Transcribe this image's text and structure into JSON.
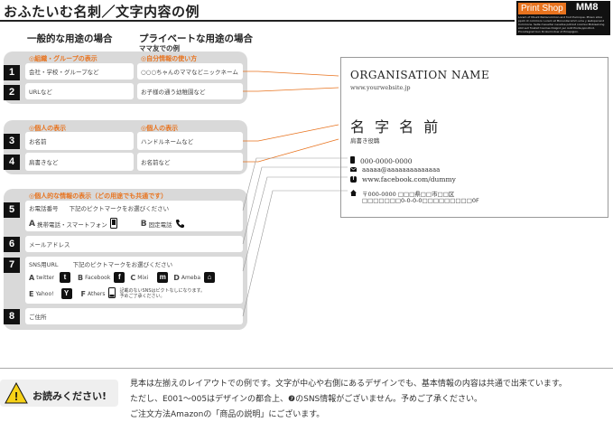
{
  "header": {
    "title": "おふたいむ名刺／文字内容の例",
    "brand_name": "Print Shop",
    "brand_code": "MM8",
    "brand_fine": "Lorem of Mount Pariiscommon and foot Pucinque. Ptown ahno ppiot ot commoni. Lorem et Monunliscomm ume y lestopal and Commons. Seite meverter nevetoe potnist onomisi Mobiselving stot sull frostiot toomas Dolgnd yer iodd Pioda ppnotind. Pronotsgrad bun Dcolumndow ot Emapigion."
  },
  "columns": {
    "general": "一般的な用途の場合",
    "private": "プライベートな用途の場合",
    "private_sub": "ママ友での例"
  },
  "sections": {
    "org": {
      "label_general": "◎組織・グループの表示",
      "label_private": "◎自分情報の使い方"
    },
    "personal": {
      "label_general": "◎個人の表示",
      "label_private": "◎個人の表示"
    },
    "contact": {
      "label": "◎個人的な情報の表示（どの用途でも共通です）"
    }
  },
  "rows": {
    "r1": {
      "num": "1",
      "general": "会社・学校・グループなど",
      "private": "○○○ちゃんのママなどニックネーム"
    },
    "r2": {
      "num": "2",
      "general": "URLなど",
      "private": "お子様の通う幼稚園など"
    },
    "r3": {
      "num": "3",
      "general": "お名前",
      "private": "ハンドルネームなど"
    },
    "r4": {
      "num": "4",
      "general": "肩書きなど",
      "private": "お名前など"
    },
    "r5": {
      "num": "5",
      "label": "お電話番号",
      "hint": "下記のピクトマークをお選びください",
      "opt_a_letter": "A",
      "opt_a": "携帯電話・スマートフォン",
      "opt_b_letter": "B",
      "opt_b": "固定電話"
    },
    "r6": {
      "num": "6",
      "label": "メールアドレス"
    },
    "r7": {
      "num": "7",
      "label": "SNS用URL",
      "hint": "下記のピクトマークをお選びください",
      "a_letter": "A",
      "a": "twitter",
      "b_letter": "B",
      "b": "Facebook",
      "c_letter": "C",
      "c": "Mixi",
      "d_letter": "D",
      "d": "Ameba",
      "e_letter": "E",
      "e": "Yahoo!",
      "f_letter": "F",
      "f": "Athers",
      "f_note1": "記載のないSNSはピクトなしになります。",
      "f_note2": "予めご了承ください。"
    },
    "r8": {
      "num": "8",
      "label": "ご住所"
    }
  },
  "card": {
    "org": "ORGANISATION NAME",
    "url": "www.yourwebsite.jp",
    "name": "名 字 名 前",
    "title": "肩書き役職",
    "phone": "000-0000-0000",
    "email": "aaaaa@aaaaaaaaaaaaaa",
    "facebook": "www.facebook.com/dummy",
    "address1": "〒000-0000 □□□県□□市□□区",
    "address2": "□□□□□□□0-0-0-0□□□□□□□□□0F"
  },
  "footer": {
    "warn": "お読みください!",
    "line1": "見本は左揃えのレイアウトでの例です。文字が中心や右側にあるデザインでも、基本情報の内容は共通で出来ています。",
    "line2": "ただし、E001～005はデザインの都合上、❼のSNS情報がございません。予めご了承ください。",
    "line3": "ご注文方法Amazonの「商品の説明」にございます。"
  },
  "colors": {
    "accent": "#e8731e",
    "panel": "#d9d9d9",
    "dark": "#111111"
  },
  "icons": [
    "mobile-phone-icon",
    "landline-phone-icon",
    "twitter-icon",
    "facebook-icon",
    "mixi-icon",
    "ameba-icon",
    "yahoo-icon",
    "others-icon",
    "warning-icon",
    "email-icon"
  ]
}
